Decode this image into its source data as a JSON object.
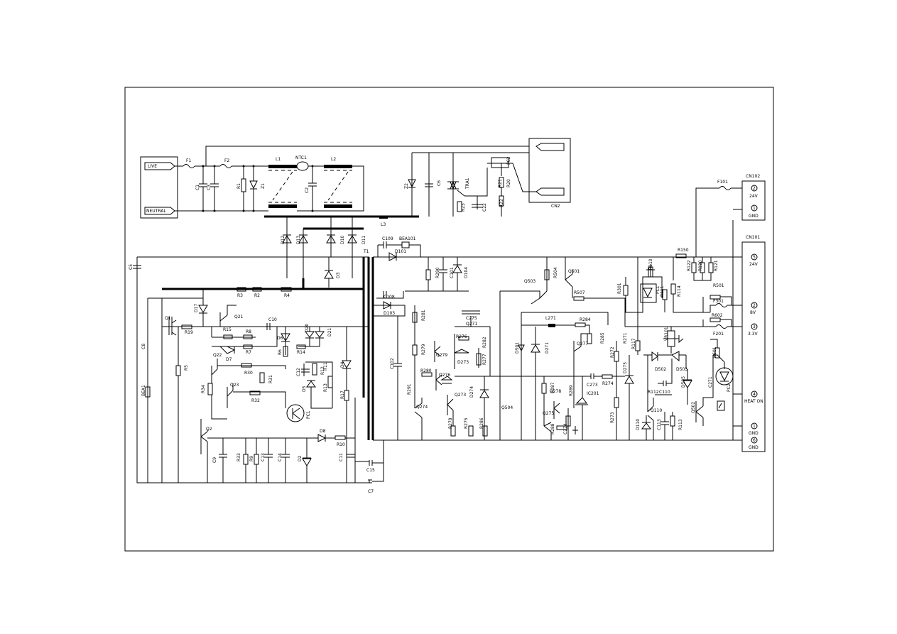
{
  "connectors": {
    "input_live": "LIVE",
    "input_neutral": "NEUTRAL",
    "cn2": "CN2",
    "cn102": {
      "title": "CN102",
      "pins": [
        {
          "num": "2",
          "label": "24V"
        },
        {
          "num": "1",
          "label": "GND"
        }
      ]
    },
    "cn101": {
      "title": "CN101",
      "pins": [
        {
          "num": "5",
          "label": "24V"
        },
        {
          "num": "2",
          "label": "8V"
        },
        {
          "num": "3",
          "label": "3.3V"
        },
        {
          "num": "4",
          "label": "HEAT ON"
        },
        {
          "num": "1",
          "label": "GND"
        },
        {
          "num": "6",
          "label": "GND"
        }
      ]
    }
  },
  "labels": {
    "F1": "F1",
    "F2": "F2",
    "C1": "C1",
    "C3": "C3",
    "R1": "R1",
    "Z1": "Z1",
    "L1": "L1",
    "NTC1": "NTC1",
    "C2": "C2",
    "L2": "L2",
    "L3": "L3",
    "Z2": "Z2",
    "C6": "C6",
    "TRA1": "TRA1",
    "R23": "R23",
    "C22": "C22",
    "PC2": "PC2",
    "R20": "R20",
    "R21": "R21",
    "R22": "R22",
    "C5": "C5",
    "D12": "D12",
    "D13": "D13",
    "D10": "D10",
    "D11": "D11",
    "D3": "D3",
    "T1": "T1",
    "C109": "C109",
    "BEA101": "BEA101",
    "D101": "D101",
    "C108": "C108",
    "D103": "D103",
    "C102": "C102",
    "R3": "R3",
    "R2": "R2",
    "R4": "R4",
    "D17": "D17",
    "Q1": "Q1",
    "R19": "R19",
    "Q21": "Q21",
    "R15": "R15",
    "R8": "R8",
    "C10": "C10",
    "D7": "D7",
    "R7": "R7",
    "D6": "D6",
    "D20": "D20",
    "D21": "D21",
    "R6": "R6",
    "R14": "R14",
    "Q22": "Q22",
    "R30": "R30",
    "R31": "R31",
    "C12": "C12",
    "R12": "R12",
    "R11": "R11",
    "D4": "D4",
    "D5": "D5",
    "R13": "R13",
    "R34": "R34",
    "Q23": "Q23",
    "R32": "R32",
    "R17": "R17",
    "PC1": "PC1",
    "C8": "C8",
    "R5": "R5",
    "BEA1": "BEA1",
    "Q2": "Q2",
    "D8": "D8",
    "R10": "R10",
    "C9": "C9",
    "R33": "R33",
    "R9": "R9",
    "C13": "C13",
    "C14": "C14",
    "D2": "D2",
    "C11": "C11",
    "C15": "C15",
    "C7": "C7",
    "R290": "R290",
    "C101": "C101",
    "D104": "D104",
    "R281": "R281",
    "C275": "C275",
    "Q271": "Q271",
    "R276": "R276",
    "R279": "R279",
    "Q279": "Q279",
    "R280": "R280",
    "Q273": "Q273",
    "Q276": "Q276",
    "R282": "R282",
    "R277": "R277",
    "D273": "D273",
    "D274": "D274",
    "R291": "R291",
    "Q274": "Q274",
    "R278": "R278",
    "R275": "R275",
    "R286": "R286",
    "Q503": "Q503",
    "R504": "R504",
    "Q501": "Q501",
    "R507": "R507",
    "L271": "L271",
    "R284": "R284",
    "D501": "D501",
    "D271": "D271",
    "Q277": "Q277",
    "R285": "R285",
    "R287": "R287",
    "Q278": "Q278",
    "R289": "R289",
    "C273": "C273",
    "R274": "R274",
    "IC201": "IC201",
    "Q275": "Q275",
    "R288": "R288",
    "C274": "C274",
    "Q504": "Q504",
    "R272": "R272",
    "R271": "R271",
    "D275": "D275",
    "R273": "R273",
    "R117": "R117",
    "R301": "R301",
    "PC1b": "PC1",
    "R110": "R110",
    "R111": "R111",
    "R114": "R114",
    "R150": "R150",
    "R122": "R122",
    "R120": "R120",
    "R121": "R121",
    "VR101": "VR101",
    "D502": "D502",
    "D503": "D503",
    "R112": "R112",
    "C110": "C110",
    "Q110": "Q110",
    "D110": "D110",
    "C113": "C113",
    "R113": "R113",
    "D505": "D505",
    "Q502": "Q502",
    "C271": "C271",
    "R601": "R601",
    "PC2b": "PC2",
    "F101": "F101",
    "R501": "R501",
    "F301": "F301",
    "R602": "R602",
    "F201": "F201"
  }
}
